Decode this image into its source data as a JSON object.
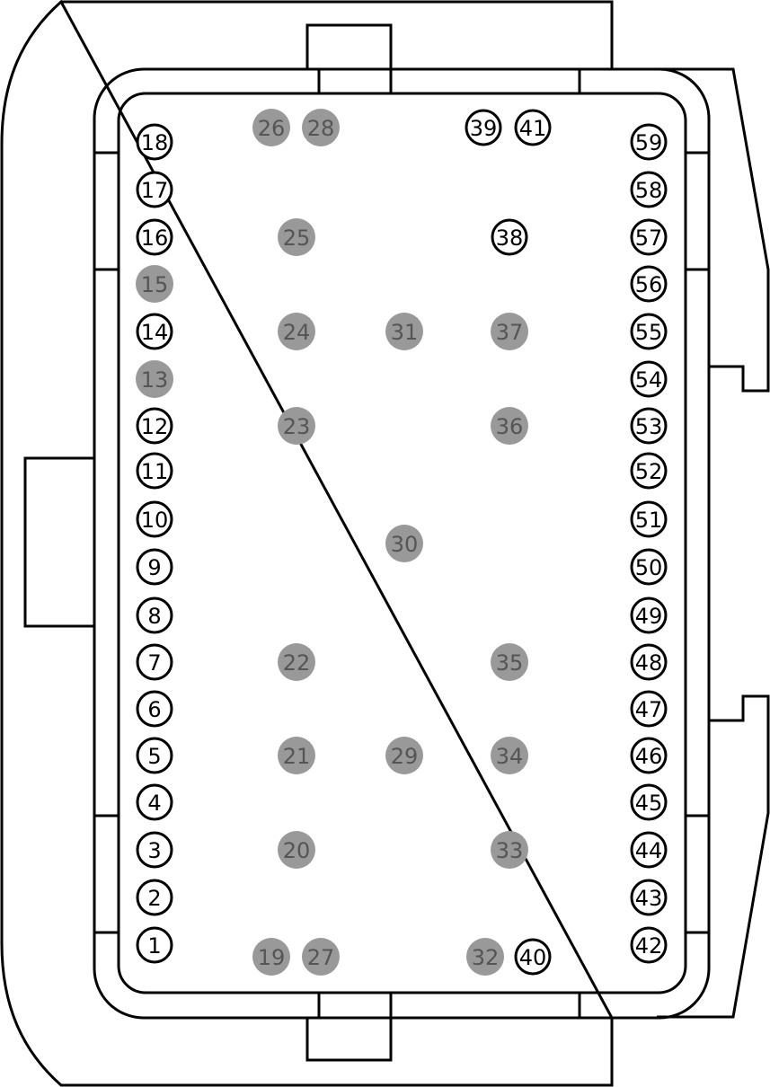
{
  "connector": {
    "empty_fill": "#ffffff",
    "empty_stroke": "#000000",
    "filled_fill": "#999999",
    "empty_text_color": "#000000",
    "filled_text_color": "#555555"
  },
  "pins": [
    {
      "label": "1",
      "state": "open"
    },
    {
      "label": "2",
      "state": "open"
    },
    {
      "label": "3",
      "state": "open"
    },
    {
      "label": "4",
      "state": "open"
    },
    {
      "label": "5",
      "state": "open"
    },
    {
      "label": "6",
      "state": "open"
    },
    {
      "label": "7",
      "state": "open"
    },
    {
      "label": "8",
      "state": "open"
    },
    {
      "label": "9",
      "state": "open"
    },
    {
      "label": "10",
      "state": "open"
    },
    {
      "label": "11",
      "state": "open"
    },
    {
      "label": "12",
      "state": "open"
    },
    {
      "label": "13",
      "state": "filled"
    },
    {
      "label": "14",
      "state": "open"
    },
    {
      "label": "15",
      "state": "filled"
    },
    {
      "label": "16",
      "state": "open"
    },
    {
      "label": "17",
      "state": "open"
    },
    {
      "label": "18",
      "state": "open"
    },
    {
      "label": "19",
      "state": "filled"
    },
    {
      "label": "20",
      "state": "filled"
    },
    {
      "label": "21",
      "state": "filled"
    },
    {
      "label": "22",
      "state": "filled"
    },
    {
      "label": "23",
      "state": "filled"
    },
    {
      "label": "24",
      "state": "filled"
    },
    {
      "label": "25",
      "state": "filled"
    },
    {
      "label": "26",
      "state": "filled"
    },
    {
      "label": "27",
      "state": "filled"
    },
    {
      "label": "28",
      "state": "filled"
    },
    {
      "label": "29",
      "state": "filled"
    },
    {
      "label": "30",
      "state": "filled"
    },
    {
      "label": "31",
      "state": "filled"
    },
    {
      "label": "32",
      "state": "filled"
    },
    {
      "label": "33",
      "state": "filled"
    },
    {
      "label": "34",
      "state": "filled"
    },
    {
      "label": "35",
      "state": "filled"
    },
    {
      "label": "36",
      "state": "filled"
    },
    {
      "label": "37",
      "state": "filled"
    },
    {
      "label": "38",
      "state": "open"
    },
    {
      "label": "39",
      "state": "open"
    },
    {
      "label": "40",
      "state": "open"
    },
    {
      "label": "41",
      "state": "open"
    },
    {
      "label": "42",
      "state": "open"
    },
    {
      "label": "43",
      "state": "open"
    },
    {
      "label": "44",
      "state": "open"
    },
    {
      "label": "45",
      "state": "open"
    },
    {
      "label": "46",
      "state": "open"
    },
    {
      "label": "47",
      "state": "open"
    },
    {
      "label": "48",
      "state": "open"
    },
    {
      "label": "49",
      "state": "open"
    },
    {
      "label": "50",
      "state": "open"
    },
    {
      "label": "51",
      "state": "open"
    },
    {
      "label": "52",
      "state": "open"
    },
    {
      "label": "53",
      "state": "open"
    },
    {
      "label": "54",
      "state": "open"
    },
    {
      "label": "55",
      "state": "open"
    },
    {
      "label": "56",
      "state": "open"
    },
    {
      "label": "57",
      "state": "open"
    },
    {
      "label": "58",
      "state": "open"
    },
    {
      "label": "59",
      "state": "open"
    }
  ]
}
